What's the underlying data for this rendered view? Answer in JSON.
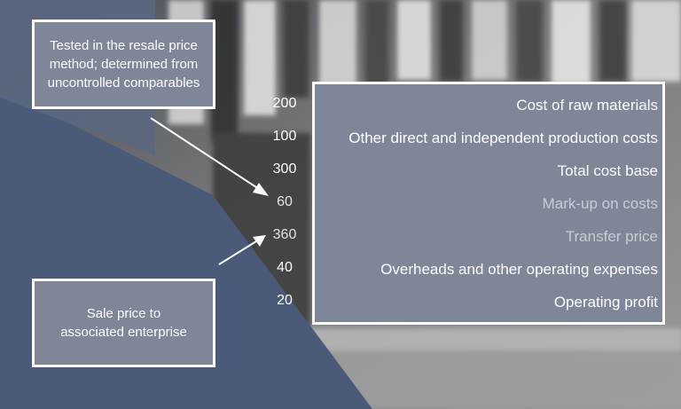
{
  "callouts": {
    "top": [
      "Tested in the resale price",
      "method; determined from",
      "uncontrolled comparables"
    ],
    "bottom": [
      "Sale price to",
      "associated enterprise"
    ]
  },
  "values": [
    "200",
    "100",
    "300",
    "60",
    "360",
    "40",
    "20"
  ],
  "items": [
    "Cost of raw materials",
    "Other direct and independent production costs",
    "Total cost base",
    "Mark-up on costs",
    "Transfer price",
    "Overheads and other operating expenses",
    "Operating profit"
  ],
  "colors": {
    "box_fill": "#7e8698",
    "dark_panel": "#4a5a78",
    "text": "#ffffff",
    "muted_text": "#c9ccd3"
  }
}
